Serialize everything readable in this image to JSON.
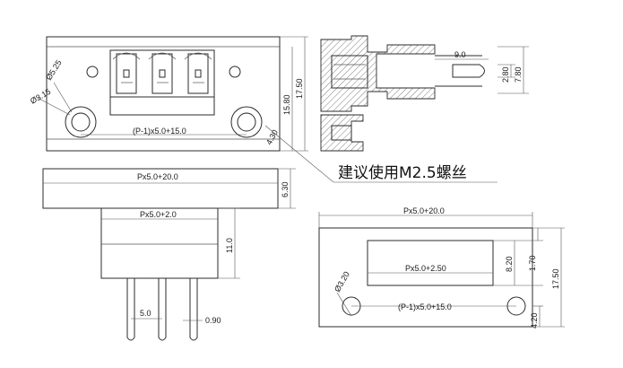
{
  "note": "建议使用M2.5螺丝",
  "front_view": {
    "dia_outer": "Ø5.25",
    "dia_inner": "Ø3.15",
    "pitch_formula": "(P-1)x5.0+15.0",
    "h_15_80": "15.80",
    "h_17_50": "17.50",
    "h_4_30": "4.30"
  },
  "side_view": {
    "len_9_0": "9.0",
    "h_2_80": "2.80",
    "h_7_80": "7.80"
  },
  "bottom_view": {
    "width_total": "Px5.0+20.0",
    "width_body": "Px5.0+2.0",
    "h_6_30": "6.30",
    "h_11_0": "11.0",
    "pitch": "5.0",
    "pin_w": "0.90"
  },
  "panel_cutout": {
    "width_total": "Px5.0+20.0",
    "window_w": "Px5.0+2.50",
    "hole_dia": "Ø3.20",
    "hole_pitch": "(P-1)x5.0+15.0",
    "h_8_20": "8.20",
    "h_1_70": "1.70",
    "h_17_50": "17.50",
    "h_4_20": "4.20"
  }
}
